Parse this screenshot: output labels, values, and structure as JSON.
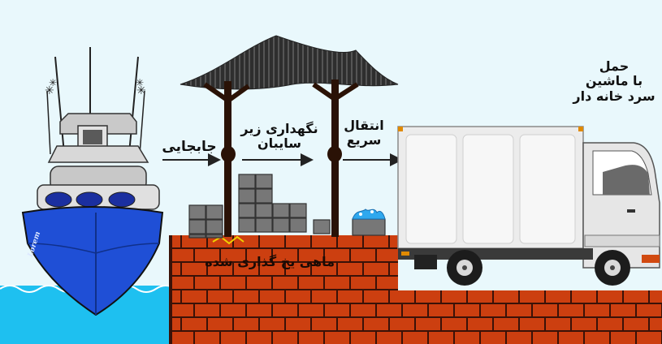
{
  "labels": {
    "transport": [
      "حمل",
      "با ماشین",
      "سرد خانه دار"
    ],
    "storage": [
      "نگهداری زیر",
      "سایبان"
    ],
    "quick": [
      "انتقال",
      "سریع"
    ],
    "move": "جابجایی",
    "ice": "ماهی یخ گذاری شده",
    "boat_name": "Lorem"
  },
  "colors": {
    "sky": "#e9f8fc",
    "water": "#1ec0f0",
    "brick": "#cc3f10",
    "mortar": "#3a1208",
    "hull": "#1f4fd6",
    "canopy": "#333333",
    "pole": "#2a1206",
    "truck_body": "#ececec",
    "crate": "#777777"
  },
  "icons": [
    "fishing-boat",
    "shade-canopy",
    "fish-crates",
    "refrigerated-truck",
    "arrow-right"
  ]
}
